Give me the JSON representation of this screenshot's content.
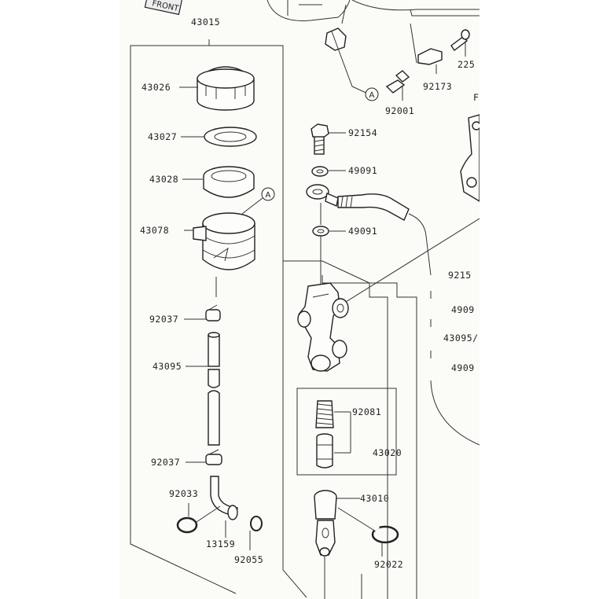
{
  "parts": {
    "p43015": "43015",
    "p43026": "43026",
    "p43027": "43027",
    "p43028": "43028",
    "p43078": "43078",
    "p92037a": "92037",
    "p43095": "43095",
    "p92037b": "92037",
    "p92033": "92033",
    "p13159": "13159",
    "p92055": "92055",
    "p92001": "92001",
    "p92173": "92173",
    "p225": "225",
    "p92154": "92154",
    "p49091a": "49091",
    "p49091b": "49091",
    "p92081": "92081",
    "p43020": "43020",
    "p43010": "43010",
    "p92022": "92022",
    "r92154": "9215",
    "r4909a": "4909",
    "r43095": "43095/",
    "r4909b": "4909",
    "rF": "F"
  },
  "callouts": {
    "a1": "A",
    "a2": "A"
  },
  "tag": "FRONT"
}
